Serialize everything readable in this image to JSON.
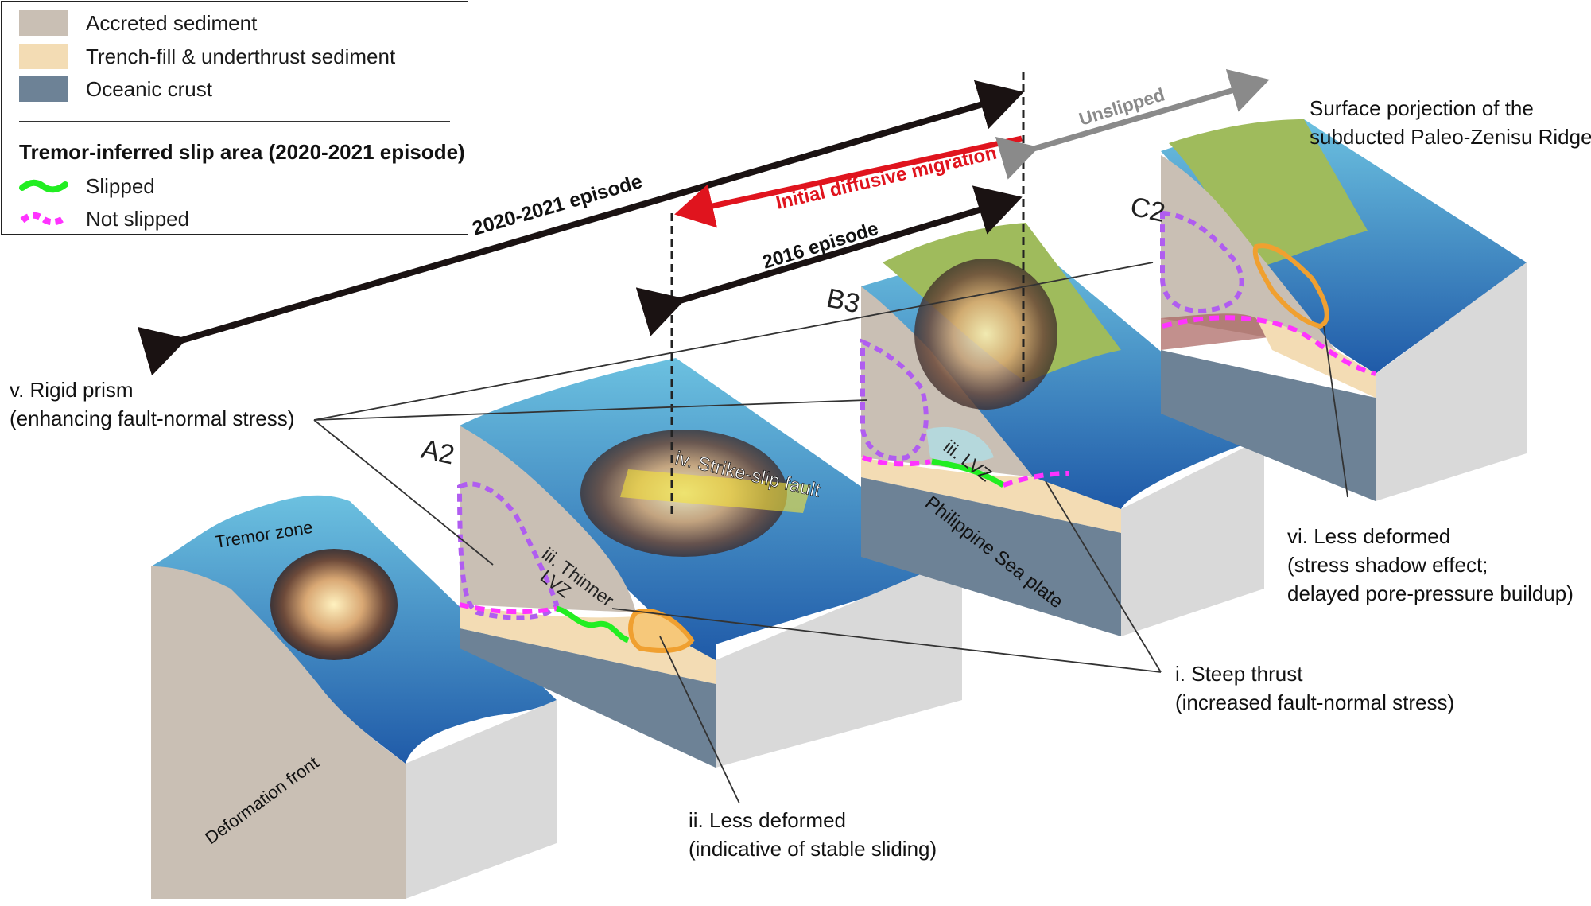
{
  "legend": {
    "items": [
      {
        "label": "Accreted sediment",
        "color": "#c9bfb4"
      },
      {
        "label": "Trench-fill & underthrust sediment",
        "color": "#f3dcb4"
      },
      {
        "label": "Oceanic crust",
        "color": "#6d8296"
      }
    ],
    "subtitle": "Tremor-inferred slip area (2020-2021 episode)",
    "line_items": [
      {
        "label": "Slipped",
        "color": "#22ee22"
      },
      {
        "label": "Not slipped",
        "color": "#ff33ff"
      }
    ]
  },
  "arrows": {
    "episode_2020_2021": "2020-2021 episode",
    "initial_migration": "Initial diffusive migration",
    "episode_2016": "2016 episode",
    "unslipped": "Unslipped"
  },
  "profiles": {
    "a": "A2",
    "b": "B3",
    "c": "C2"
  },
  "inline_labels": {
    "tremor_zone": "Tremor zone",
    "strike_slip": "iv. Strike-slip fault",
    "thinner": "iii. Thinner",
    "lvz_a": "LVZ",
    "lvz_b": "iii. LVZ",
    "ps_plate": "Philippine Sea plate",
    "deformation_front": "Deformation front"
  },
  "annotations": {
    "rigid_prism": [
      "v. Rigid prism",
      "(enhancing fault-normal stress)"
    ],
    "surface_projection": [
      "Surface porjection of the",
      "subducted Paleo-Zenisu Ridge"
    ],
    "less_deformed_vi": [
      "vi. Less deformed",
      "(stress shadow effect;",
      "delayed pore-pressure buildup)"
    ],
    "steep_thrust": [
      "i. Steep thrust",
      "(increased fault-normal stress)"
    ],
    "less_deformed_ii": [
      "ii. Less deformed",
      "(indicative of stable sliding)"
    ]
  },
  "colors": {
    "accreted": "#c9bfb4",
    "trench_fill": "#f3dcb4",
    "oceanic": "#6d8296",
    "sea": "#3f8dc3",
    "land": "#9fbb5c",
    "red_arrow": "#e0141e",
    "gray_arrow": "#8a8a8a",
    "orange": "#f0a030",
    "purple": "#b05df0"
  }
}
